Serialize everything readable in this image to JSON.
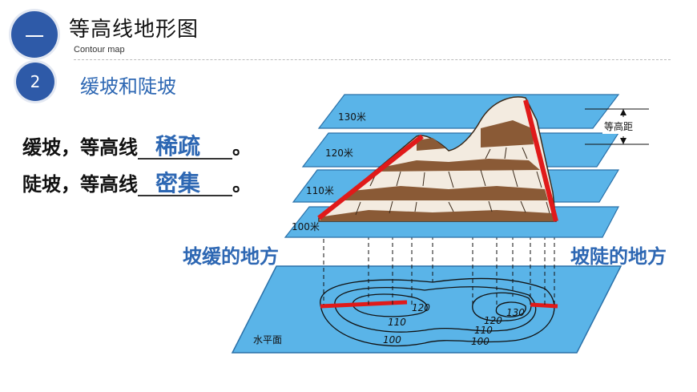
{
  "header": {
    "chapter_number": "一",
    "chapter_title": "等高线地形图",
    "chapter_subtitle": "Contour map",
    "section_number": "2",
    "section_title": "缓坡和陡坡"
  },
  "statements": [
    {
      "prefix": "缓坡，等高线",
      "answer": "稀疏",
      "suffix": "。"
    },
    {
      "prefix": "陡坡，等高线",
      "answer": "密集",
      "suffix": "。"
    }
  ],
  "diagram": {
    "left_label": "坡缓的地方",
    "right_label": "坡陡的地方",
    "contour_interval_label": "等高距",
    "plane_labels": [
      "130米",
      "120米",
      "110米",
      "100米"
    ],
    "base_label": "水平面",
    "contour_values": [
      "120",
      "110",
      "100",
      "130",
      "120",
      "110",
      "100"
    ],
    "colors": {
      "plane": "#5ab4e8",
      "plane_edge": "#2a70a8",
      "slope_line": "#e01a1a"
    }
  }
}
